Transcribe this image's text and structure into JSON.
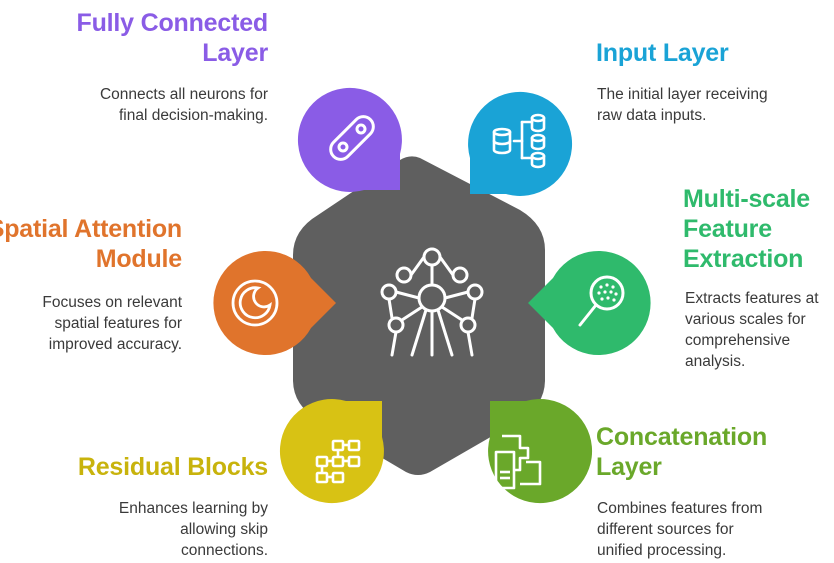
{
  "center": {
    "icon": "atom-structure-icon"
  },
  "items": [
    {
      "key": "fully-connected",
      "title": [
        "Fully Connected",
        "Layer"
      ],
      "description": [
        "Connects all neurons for",
        "final decision-making."
      ],
      "color": "#8a5ce6",
      "icon": "chain-link-icon"
    },
    {
      "key": "input",
      "title": [
        "Input Layer"
      ],
      "description": [
        "The initial layer receiving",
        "raw data inputs."
      ],
      "color": "#1aa3d6",
      "icon": "database-icon"
    },
    {
      "key": "multiscale",
      "title": [
        "Multi-scale",
        "Feature",
        "Extraction"
      ],
      "description": [
        "Extracts features at",
        "various scales for",
        "comprehensive",
        "analysis."
      ],
      "color": "#2fba6c",
      "icon": "magnifier-icon"
    },
    {
      "key": "concatenation",
      "title": [
        "Concatenation",
        "Layer"
      ],
      "description": [
        "Combines features from",
        "different sources for",
        "unified processing."
      ],
      "color": "#6aa82a",
      "icon": "combine-icon"
    },
    {
      "key": "residual",
      "title": [
        "Residual Blocks"
      ],
      "description": [
        "Enhances learning by",
        "allowing skip",
        "connections."
      ],
      "color": "#d8c214",
      "icon": "flowchart-icon"
    },
    {
      "key": "spatial-attention",
      "title": [
        "Spatial Attention",
        "Module"
      ],
      "description": [
        "Focuses on relevant",
        "spatial features for",
        "improved accuracy."
      ],
      "color": "#e0742c",
      "icon": "focus-icon"
    }
  ],
  "colors": {
    "hub": "#5f5f5f",
    "icon_stroke": "#ffffff"
  }
}
